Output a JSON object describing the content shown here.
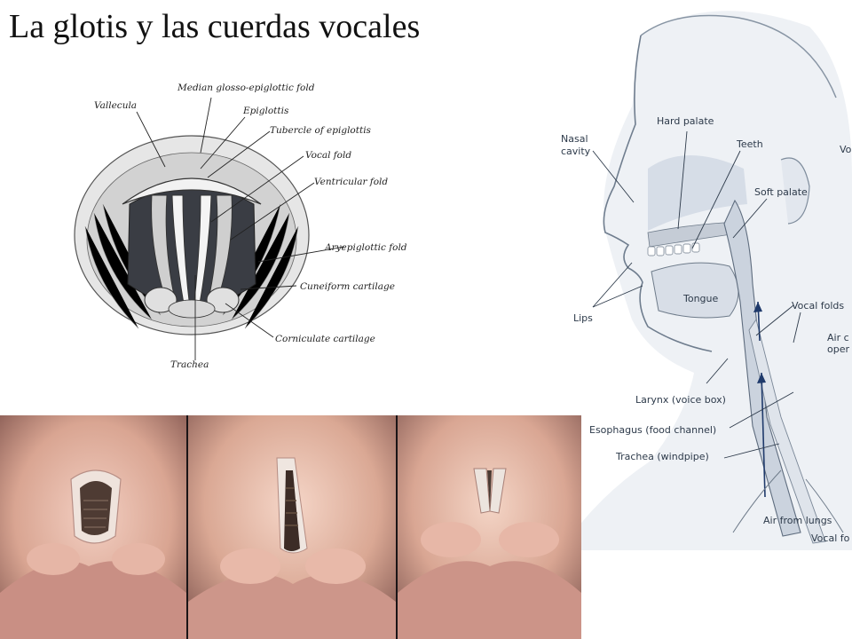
{
  "slide": {
    "title": "La glotis y las cuerdas vocales"
  },
  "gray_illustration": {
    "labels": {
      "median_glosso": "Median glosso-epiglottic fold",
      "vallecula": "Vallecula",
      "epiglottis": "Epiglottis",
      "tubercle": "Tubercle of epiglottis",
      "vocal_fold": "Vocal fold",
      "ventricular_fold": "Ventricular fold",
      "aryepiglottic_fold": "Aryepiglottic fold",
      "cuneiform": "Cuneiform cartilage",
      "corniculate": "Corniculate cartilage",
      "trachea": "Trachea"
    }
  },
  "anatomy_diagram": {
    "labels": {
      "nasal_cavity_1": "Nasal",
      "nasal_cavity_2": "cavity",
      "hard_palate": "Hard palate",
      "teeth": "Teeth",
      "soft_palate": "Soft palate",
      "vo_cut": "Vo",
      "lips": "Lips",
      "tongue": "Tongue",
      "vocal_folds": "Vocal folds",
      "air_cut_1": "Air c",
      "air_cut_2": "oper",
      "larynx": "Larynx (voice box)",
      "esophagus": "Esophagus (food channel)",
      "trachea": "Trachea (windpipe)",
      "air_from_lungs": "Air from lungs",
      "vocal_fo_cut": "Vocal fo"
    }
  },
  "endoscopy_images": [
    "open-glottis",
    "partially-closed-glottis",
    "closed-glottis"
  ]
}
